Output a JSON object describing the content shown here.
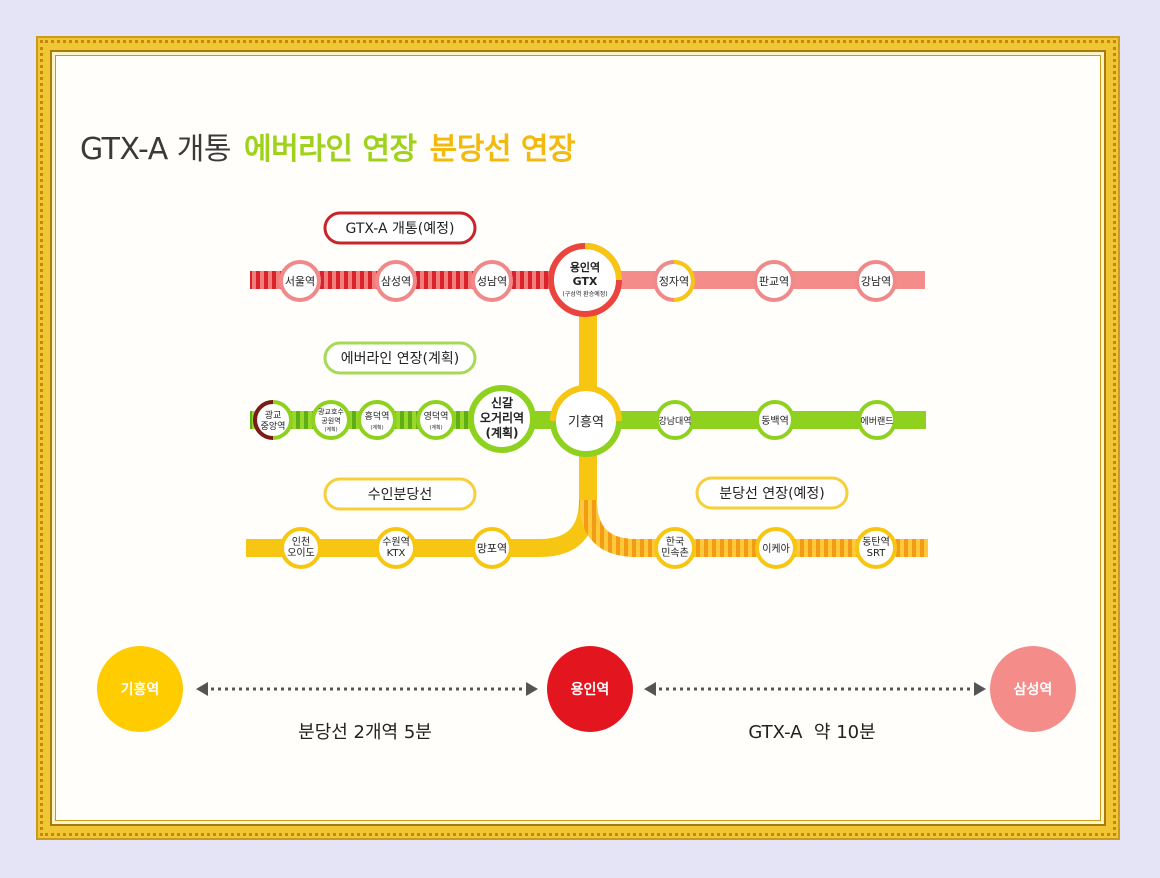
{
  "title": {
    "part1": "GTX-A 개통",
    "part2": "에버라인 연장",
    "part3": "분당선 연장"
  },
  "colors": {
    "gtx": "#f08080",
    "gtx_dark": "#e0282e",
    "everline": "#8ed11f",
    "bundang": "#f7c613",
    "bundang_ext": "#f5a623",
    "frame_gold": "#f1c533"
  },
  "labels": {
    "gtx": "GTX-A 개통(예정)",
    "everline": "에버라인 연장(계획)",
    "suin": "수인분당선",
    "bundang_ext": "분당선 연장(예정)"
  },
  "stations": {
    "seoul": "서울역",
    "samsung": "삼성역",
    "seongnam": "성남역",
    "yongin_1": "용인역",
    "yongin_2": "GTX",
    "yongin_3": "(구성역 환승예정)",
    "jeongja": "정자역",
    "pangyo": "판교역",
    "gangnam": "강남역",
    "gwanggyo_1": "광교",
    "gwanggyo_2": "중앙역",
    "lake_1": "광교호수",
    "lake_2": "공원역",
    "lake_3": "(계획)",
    "heungdeok_1": "흥덕역",
    "heungdeok_2": "(계획)",
    "yeongdeok_1": "영덕역",
    "yeongdeok_2": "(계획)",
    "singal_1": "신갈",
    "singal_2": "오거리역",
    "singal_3": "(계획)",
    "giheung": "기흥역",
    "gangnam_univ": "강남대역",
    "dongbaek": "동백역",
    "everland": "에버랜드",
    "incheon_1": "인천",
    "incheon_2": "오이도",
    "suwon_1": "수원역",
    "suwon_2": "KTX",
    "mangpo": "망포역",
    "folk_1": "한국",
    "folk_2": "민속촌",
    "ikea": "이케아",
    "dongtan_1": "동탄역",
    "dongtan_2": "SRT"
  },
  "bottom": {
    "left_station": "기흥역",
    "center_station": "용인역",
    "right_station": "삼성역",
    "left_caption": "분당선 2개역 5분",
    "right_caption": "GTX-A  약 10분"
  }
}
